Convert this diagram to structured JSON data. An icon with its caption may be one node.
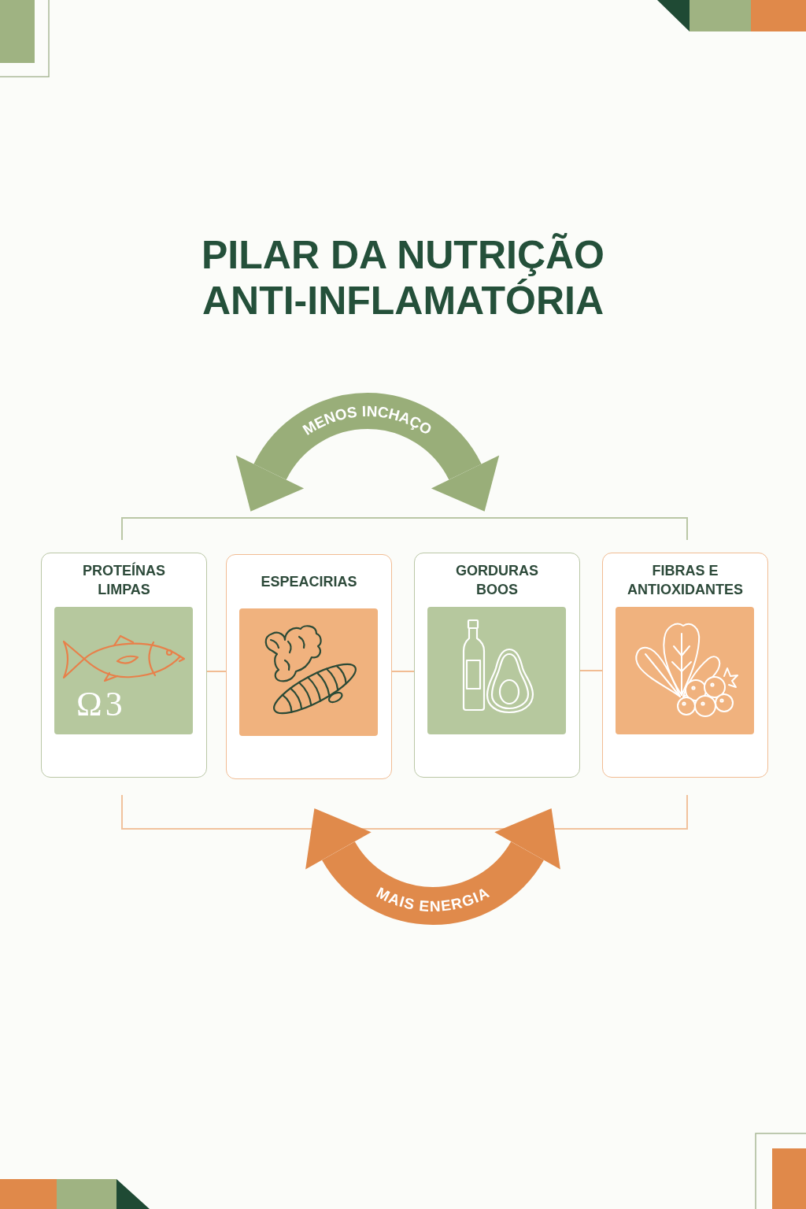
{
  "diagram": {
    "title": "PILAR DA NUTRIÇÃO ANTI-INFLAMATÓRIA",
    "nodes": [
      {
        "text": [
          "PROTEÍNAS LIMPAS",
          "Ω3"
        ]
      },
      {
        "text": [
          "ESPEACIRIAS"
        ]
      },
      {
        "text": [
          "GORDURAS BOOS"
        ]
      },
      {
        "text": [
          "FIBRAS E ANTIOXIDANTES"
        ]
      }
    ],
    "edges": [
      {
        "from": 0,
        "to": 1,
        "arrow": "none"
      },
      {
        "from": 1,
        "to": 2,
        "arrow": "none"
      },
      {
        "from": 2,
        "to": 3,
        "arrow": "none"
      }
    ],
    "labels": [
      "MENOS INCHAÇO",
      "MAIS ENERGIA"
    ]
  }
}
